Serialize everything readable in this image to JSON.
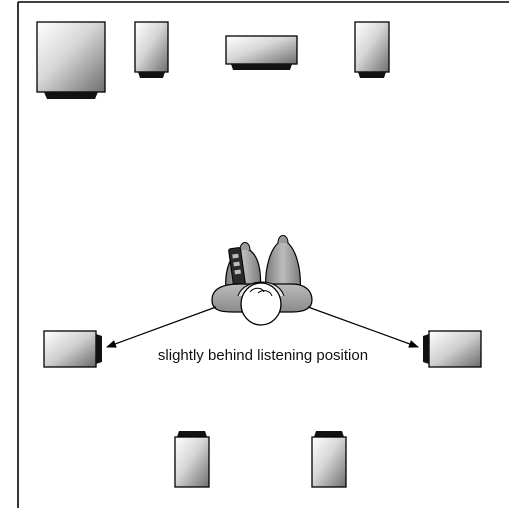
{
  "diagram": {
    "caption": "slightly behind listening position",
    "colors": {
      "border": "#000000",
      "cabinet_light": "#ffffff",
      "cabinet_dark": "#7a7a7a",
      "driver": "#111111",
      "chair": "#9a9a9a",
      "chair_light": "#d4d4d4",
      "head": "#ffffff",
      "arrow": "#000000"
    },
    "elements": [
      {
        "name": "subwoofer",
        "icon": "subwoofer-icon"
      },
      {
        "name": "front-left-speaker",
        "icon": "tower-speaker-icon"
      },
      {
        "name": "center-speaker",
        "icon": "center-speaker-icon"
      },
      {
        "name": "front-right-speaker",
        "icon": "tower-speaker-icon"
      },
      {
        "name": "listener",
        "icon": "listener-topdown-icon"
      },
      {
        "name": "remote-control",
        "icon": "remote-control-icon"
      },
      {
        "name": "surround-left-speaker",
        "icon": "side-speaker-icon"
      },
      {
        "name": "surround-right-speaker",
        "icon": "side-speaker-icon"
      },
      {
        "name": "rear-left-speaker",
        "icon": "rear-speaker-icon"
      },
      {
        "name": "rear-right-speaker",
        "icon": "rear-speaker-icon"
      }
    ]
  }
}
